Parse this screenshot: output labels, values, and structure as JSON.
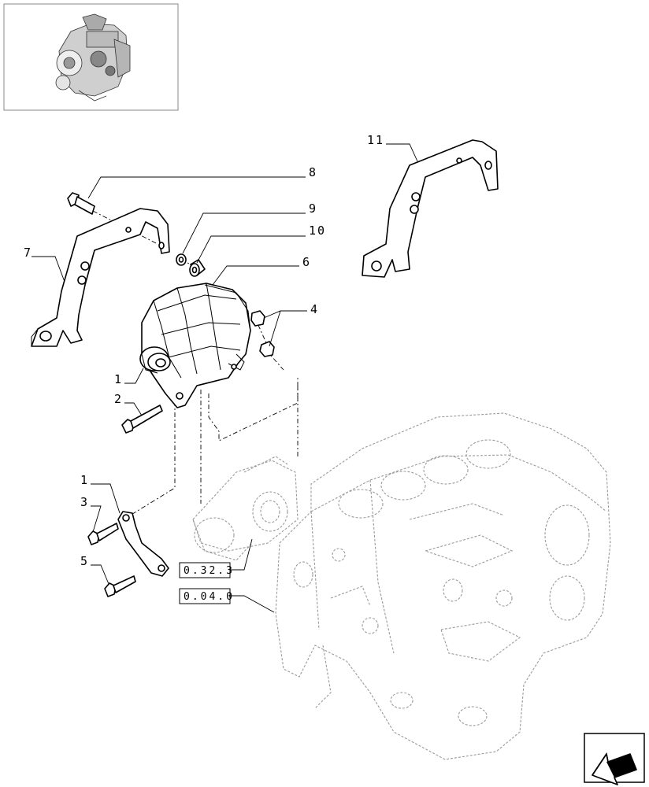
{
  "labels": [
    {
      "id": "8",
      "text": "8"
    },
    {
      "id": "9",
      "text": "9"
    },
    {
      "id": "10",
      "text": "10"
    },
    {
      "id": "11",
      "text": "11"
    },
    {
      "id": "7",
      "text": "7"
    },
    {
      "id": "6",
      "text": "6"
    },
    {
      "id": "4",
      "text": "4"
    },
    {
      "id": "1a",
      "text": "1"
    },
    {
      "id": "2",
      "text": "2"
    },
    {
      "id": "1b",
      "text": "1"
    },
    {
      "id": "3",
      "text": "3"
    },
    {
      "id": "5",
      "text": "5"
    }
  ],
  "references": [
    {
      "id": "ref-a",
      "text": "0.32.3"
    },
    {
      "id": "ref-b",
      "text": "0.04.0"
    }
  ],
  "icons": {
    "thumbnail": "engine-thumbnail-icon",
    "navigation": "previous-page-arrow-icon"
  }
}
